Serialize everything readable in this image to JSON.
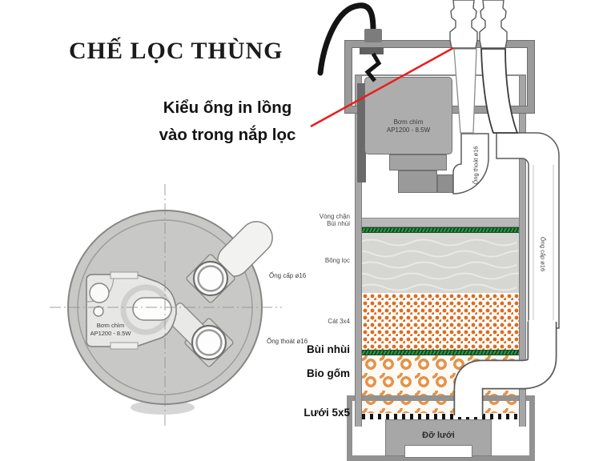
{
  "title": "CHẾ LỌC THÙNG",
  "annotation": {
    "line1": "Kiểu ống in lồng",
    "line2": "vào trong nắp lọc"
  },
  "top_view": {
    "pump_name": "Bơm chìm",
    "pump_model": "AP1200 - 8.5W",
    "inlet_label": "Ống cấp ø16",
    "outlet_label": "Ống thoát ø16"
  },
  "side_view": {
    "pump_name": "Bơm chìm",
    "pump_model": "AP1200 - 8.5W",
    "outlet_pipe_label": "Ống thoát ø16",
    "inlet_pipe_label": "Ống cấp ø16",
    "layers": {
      "retainer_line1": "Vòng chặn",
      "retainer_line2": "Bùi nhùi",
      "wool": "Bông lọc",
      "sand": "Cát 3x4",
      "scrubber": "Bùi nhùi",
      "bio": "Bio gốm",
      "mesh": "Lưới 5x5",
      "base": "Đỡ lưới"
    }
  },
  "colors": {
    "red_line": "#ec1c1c",
    "green_layer": "#2e8f44",
    "sand_orange": "#dd6b1e",
    "bio_ring_orange": "#e6934b",
    "body_gray": "#a6a6a6"
  }
}
